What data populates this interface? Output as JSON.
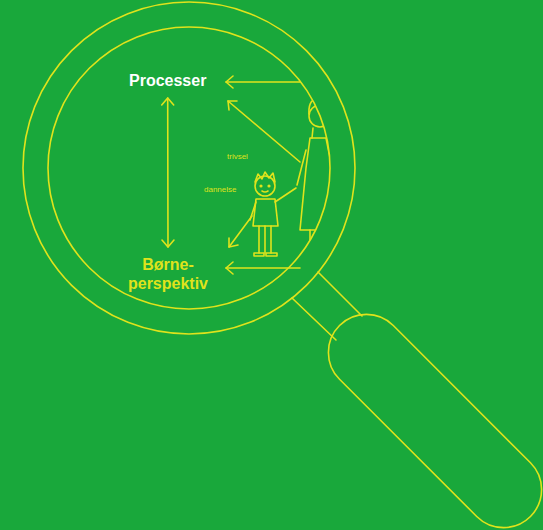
{
  "diagram": {
    "nodes": [
      {
        "text": [
          "Processer"
        ]
      },
      {
        "text": [
          "Børne- perspektiv"
        ]
      }
    ],
    "edges": [
      {
        "from": 0,
        "to": 1,
        "arrow": "both"
      }
    ],
    "labels": [
      "trivsel",
      "dannelse"
    ]
  }
}
